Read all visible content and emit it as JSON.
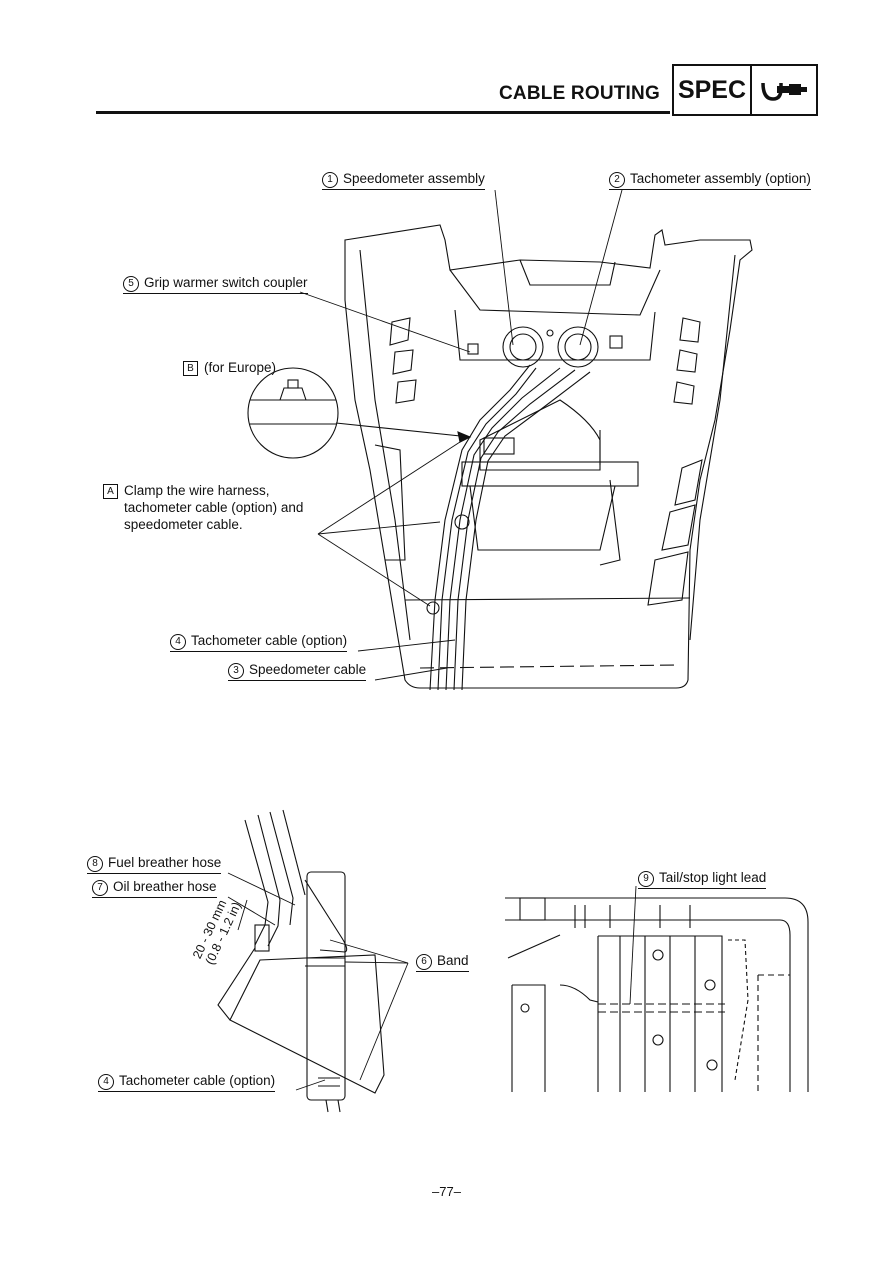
{
  "header": {
    "title": "CABLE ROUTING",
    "badge": "SPEC",
    "badge_icon": "micrometer-icon"
  },
  "top_figure": {
    "labels": {
      "speedometer_assembly": {
        "num": "1",
        "text": "Speedometer assembly"
      },
      "tachometer_assembly": {
        "num": "2",
        "text": "Tachometer assembly (option)"
      },
      "grip_warmer": {
        "num": "5",
        "text": "Grip warmer switch coupler"
      },
      "for_europe": {
        "letter": "B",
        "text": "(for Europe)"
      },
      "clamp": {
        "letter": "A",
        "line1": "Clamp the wire harness,",
        "line2": "tachometer cable (option) and",
        "line3": "speedometer cable."
      },
      "tachometer_cable": {
        "num": "4",
        "text": "Tachometer cable (option)"
      },
      "speedometer_cable": {
        "num": "3",
        "text": "Speedometer cable"
      }
    }
  },
  "bottom_left_figure": {
    "labels": {
      "fuel_breather": {
        "num": "8",
        "text": "Fuel breather hose"
      },
      "oil_breather": {
        "num": "7",
        "text": "Oil breather hose"
      },
      "dimension_mm": "20 - 30 mm",
      "dimension_in": "(0.8 - 1.2 in)",
      "band": {
        "num": "6",
        "text": "Band"
      },
      "tachometer_cable": {
        "num": "4",
        "text": "Tachometer cable (option)"
      }
    }
  },
  "bottom_right_figure": {
    "labels": {
      "tail_stop": {
        "num": "9",
        "text": "Tail/stop light lead"
      }
    }
  },
  "page_number": "–77–"
}
